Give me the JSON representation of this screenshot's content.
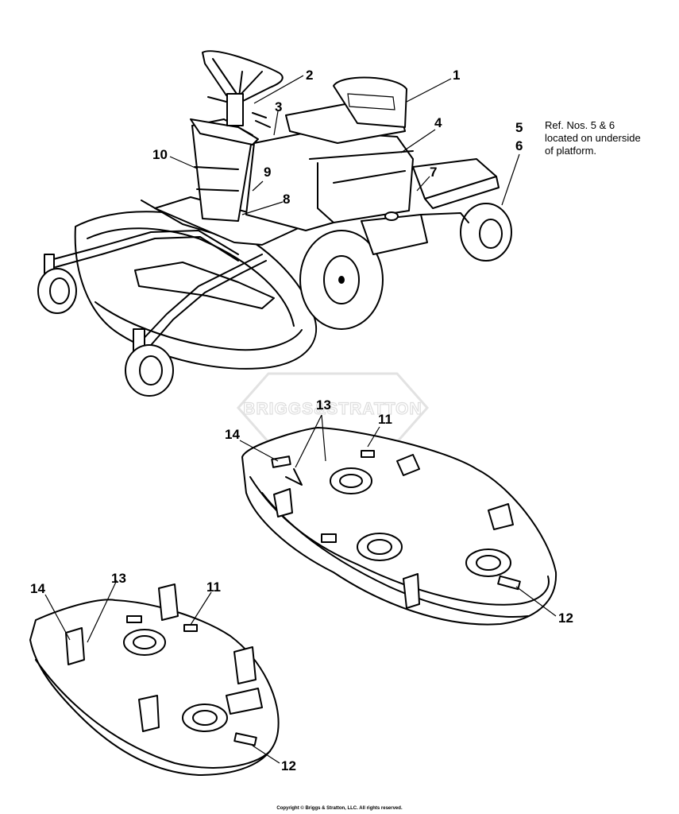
{
  "watermark": {
    "text": "BRIGGS&STRATTON"
  },
  "note": {
    "line1": "Ref. Nos. 5 & 6",
    "line2": "located on underside",
    "line3": "of platform."
  },
  "callouts": {
    "c1": "1",
    "c2": "2",
    "c3": "3",
    "c4": "4",
    "c5": "5",
    "c6": "6",
    "c7": "7",
    "c8": "8",
    "c9": "9",
    "c10": "10",
    "d1_11": "11",
    "d1_12": "12",
    "d1_13": "13",
    "d1_14": "14",
    "d2_11": "11",
    "d2_12": "12",
    "d2_13": "13",
    "d2_14": "14"
  },
  "copyright": "Copyright © Briggs & Stratton, LLC. All rights reserved."
}
